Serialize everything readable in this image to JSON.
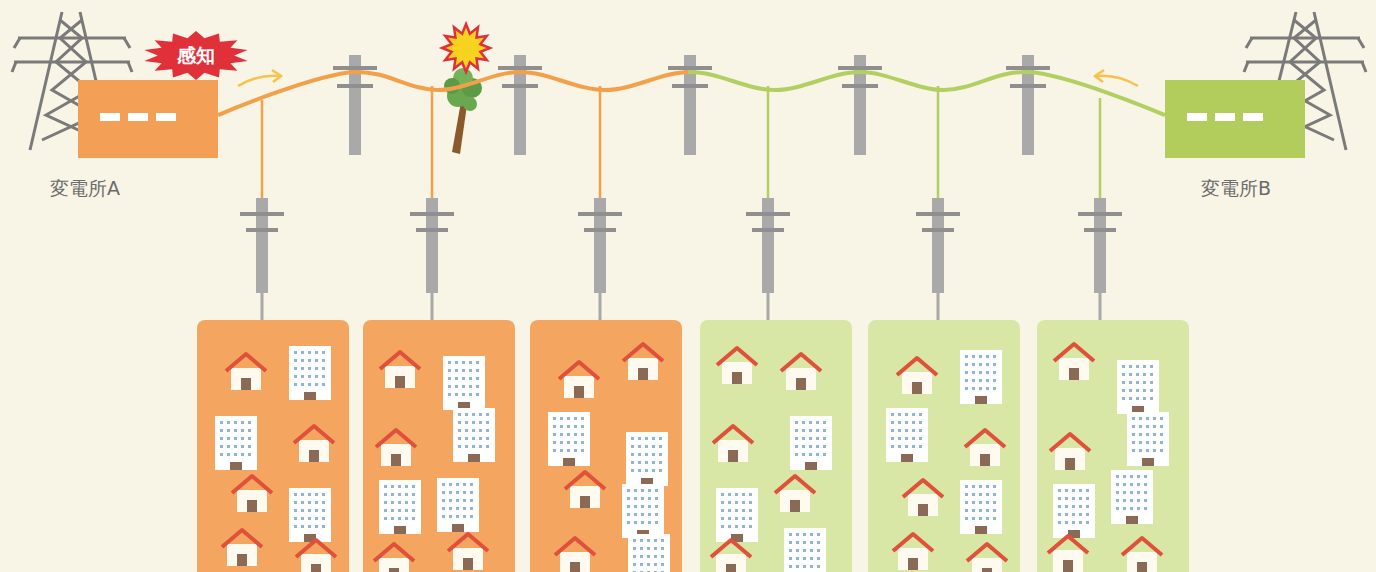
{
  "diagram": {
    "nodes": [
      {
        "text": [
          "感知"
        ]
      },
      {
        "text": [
          "変電所A"
        ]
      },
      {
        "text": [
          "変電所B"
        ]
      }
    ],
    "edges": [
      {
        "from": 1,
        "to": 2,
        "arrow": "none"
      }
    ]
  }
}
